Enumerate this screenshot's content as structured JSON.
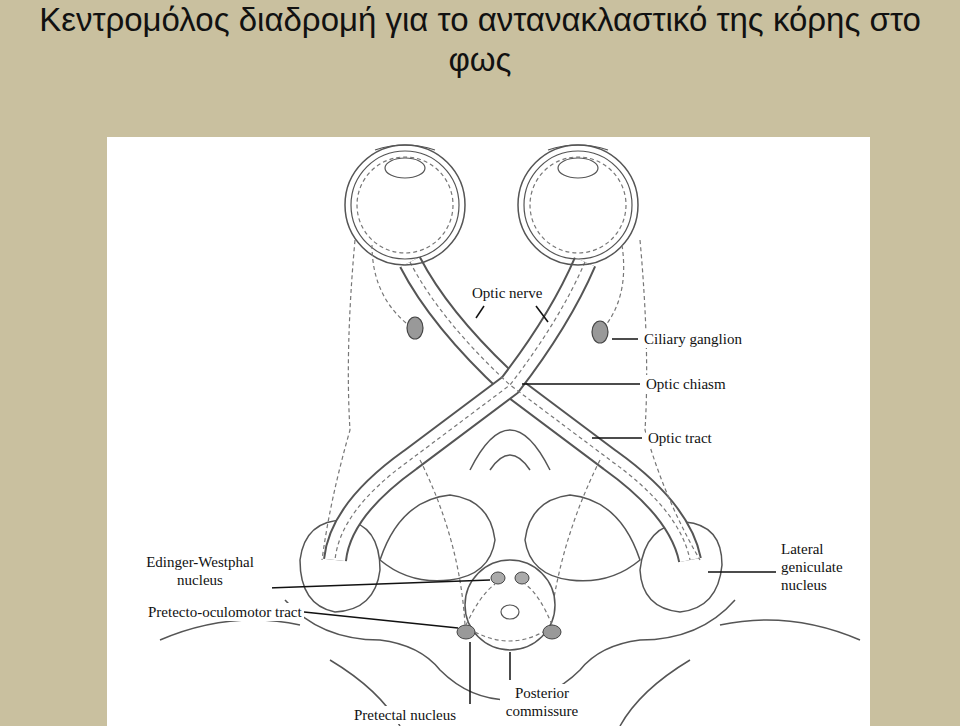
{
  "diagram": {
    "title": "Κεντρομόλος διαδρομή για το αντανακλαστικό της κόρης στο φως",
    "labels": [
      "Optic nerve",
      "Ciliary ganglion",
      "Optic chiasm",
      "Optic tract",
      "Edinger-Westphal nucleus",
      "Lateral geniculate nucleus",
      "Pretecto-oculomotor tract",
      "Pretectal nucleus",
      "Posterior commissure"
    ]
  }
}
